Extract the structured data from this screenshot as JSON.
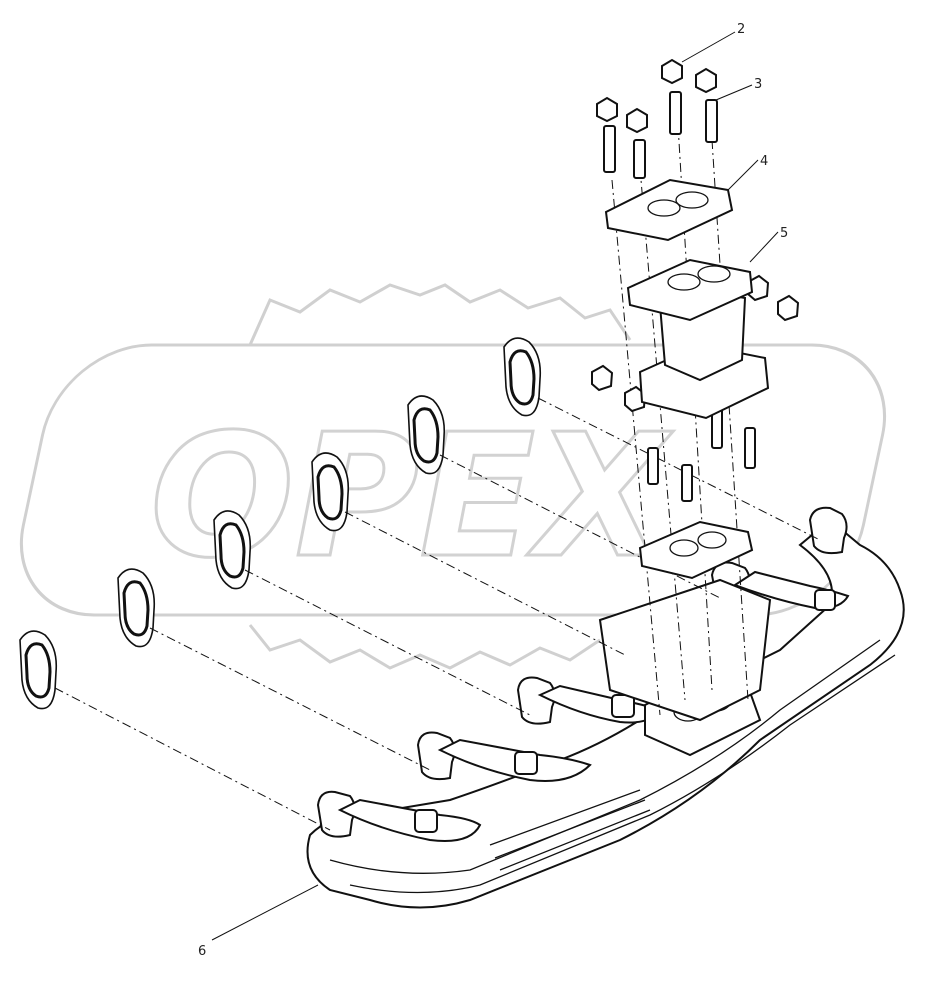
{
  "watermark": {
    "text": "OPEX"
  },
  "callouts": [
    {
      "id": "2",
      "label": "2"
    },
    {
      "id": "3",
      "label": "3"
    },
    {
      "id": "4",
      "label": "4"
    },
    {
      "id": "5",
      "label": "5"
    },
    {
      "id": "6",
      "label": "6"
    }
  ],
  "colors": {
    "line": "#111111",
    "watermark": "#d2d2d2",
    "background": "#ffffff"
  }
}
